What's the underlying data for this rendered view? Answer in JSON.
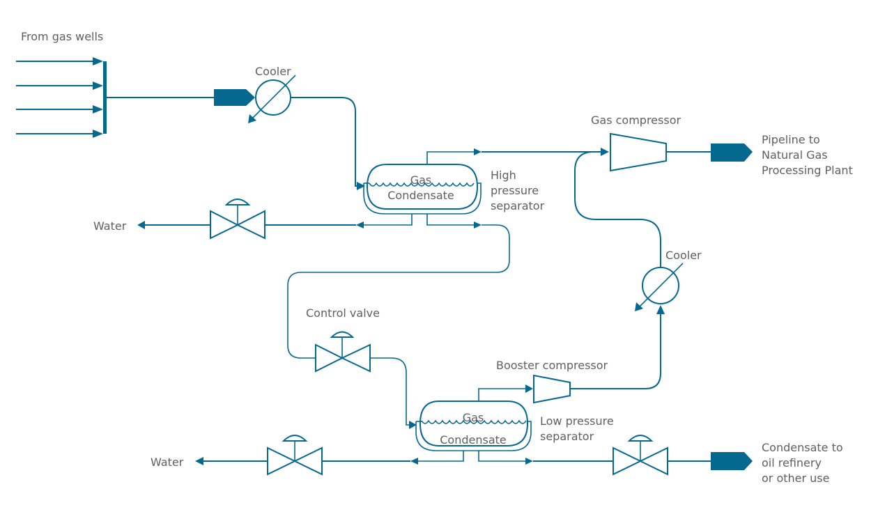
{
  "diagram": {
    "type": "process-flow-diagram",
    "colors": {
      "line": "#04688f",
      "text": "#5f5f5f",
      "background": "#ffffff"
    },
    "labels": {
      "from_gas_wells": "From gas wells",
      "cooler_1": "Cooler",
      "cooler_2": "Cooler",
      "gas_compressor": "Gas  compressor",
      "pipeline_line1": "Pipeline to",
      "pipeline_line2": "Natural Gas",
      "pipeline_line3": "Processing Plant",
      "hp_sep_line1": "High",
      "hp_sep_line2": "pressure",
      "hp_sep_line3": "separator",
      "water_1": "Water",
      "water_2": "Water",
      "control_valve": "Control valve",
      "booster_compressor": "Booster compressor",
      "lp_sep_line1": "Low pressure",
      "lp_sep_line2": "separator",
      "condensate_out_line1": "Condensate to",
      "condensate_out_line2": "oil refinery",
      "condensate_out_line3": "or other use",
      "hp_tank_gas": "Gas",
      "hp_tank_condensate": "Condensate",
      "lp_tank_gas": "Gas",
      "lp_tank_condensate": "Condensate"
    },
    "components": [
      {
        "id": "well-header",
        "kind": "manifold",
        "inlets": 4
      },
      {
        "id": "cooler-1",
        "kind": "heat-exchanger",
        "label": "Cooler"
      },
      {
        "id": "hp-separator",
        "kind": "separator",
        "phases": [
          "Gas",
          "Condensate"
        ]
      },
      {
        "id": "water-valve-1",
        "kind": "control-valve"
      },
      {
        "id": "control-valve",
        "kind": "control-valve"
      },
      {
        "id": "lp-separator",
        "kind": "separator",
        "phases": [
          "Gas",
          "Condensate"
        ]
      },
      {
        "id": "water-valve-2",
        "kind": "control-valve"
      },
      {
        "id": "condensate-valve",
        "kind": "control-valve"
      },
      {
        "id": "booster-compressor",
        "kind": "compressor"
      },
      {
        "id": "cooler-2",
        "kind": "heat-exchanger",
        "label": "Cooler"
      },
      {
        "id": "gas-compressor",
        "kind": "compressor"
      }
    ]
  }
}
